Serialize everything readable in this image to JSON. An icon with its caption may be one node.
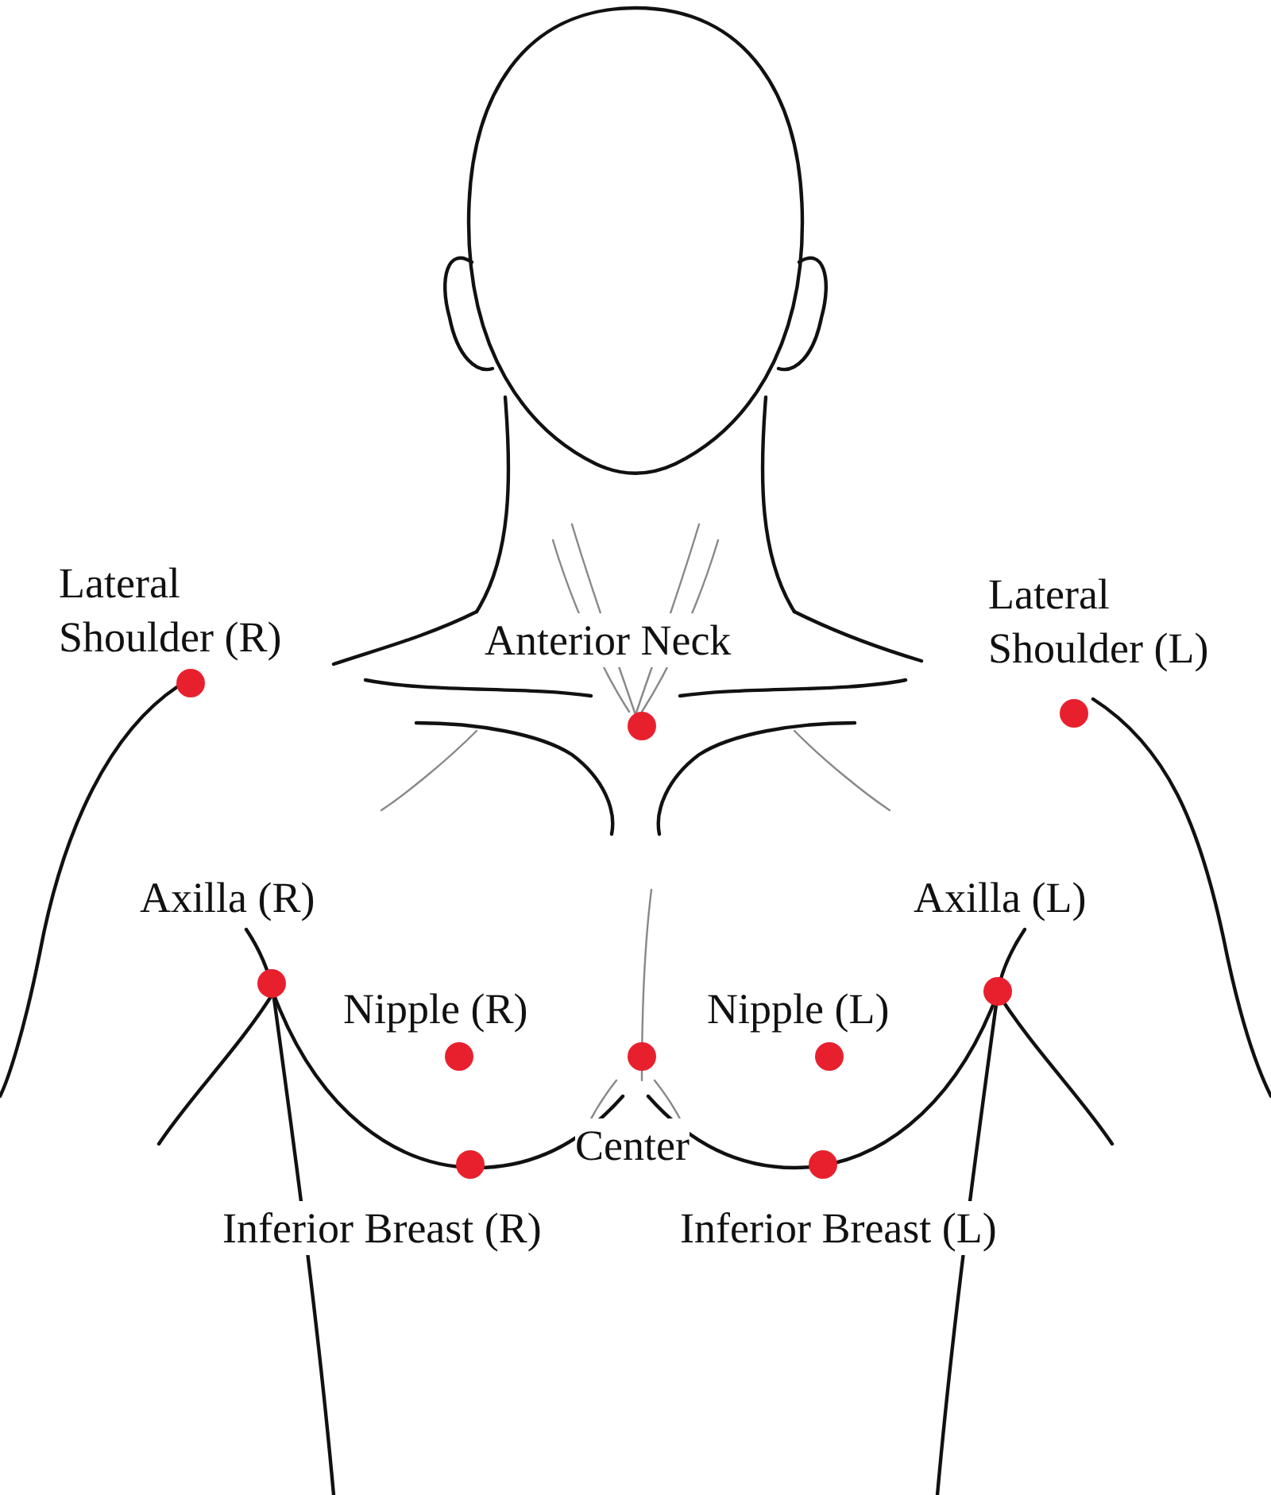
{
  "diagram": {
    "labels": [
      "Lateral Shoulder (R)",
      "Anterior Neck",
      "Lateral Shoulder (L)",
      "Axilla (R)",
      "Axilla (L)",
      "Nipple (R)",
      "Nipple (L)",
      "Center",
      "Inferior Breast (R)",
      "Inferior Breast (L)"
    ]
  }
}
